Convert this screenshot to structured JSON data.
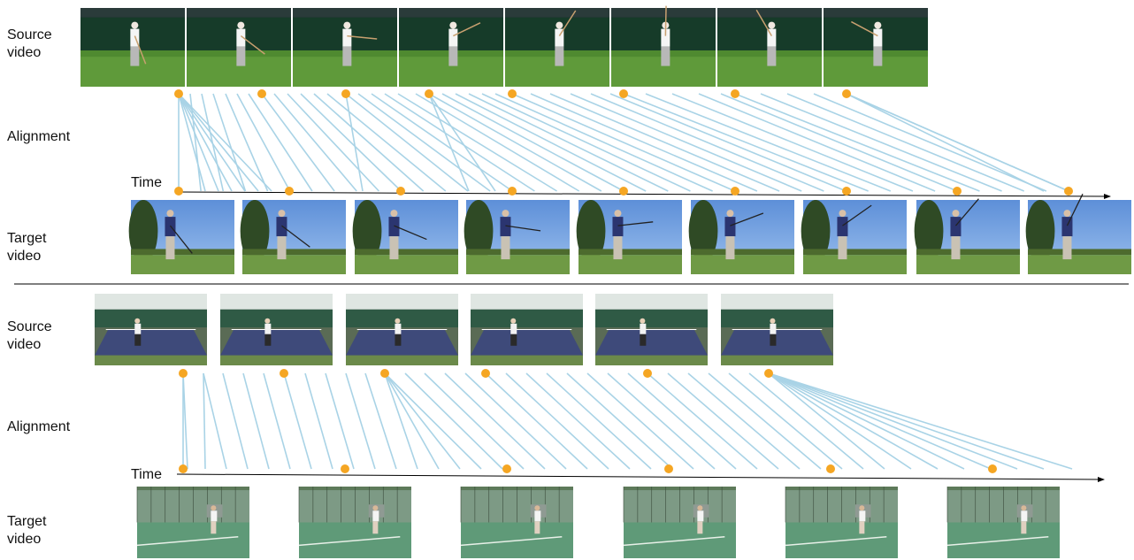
{
  "top_panel": {
    "source_label": "Source\nvideo",
    "alignment_label": "Alignment",
    "time_label": "Time",
    "target_label": "Target\nvideo",
    "source_thumbnail_count": 8,
    "target_thumbnail_count": 9,
    "source_frame": "golf-swing-frame",
    "target_frame": "golf-swing-frame"
  },
  "bottom_panel": {
    "source_label": "Source\nvideo",
    "alignment_label": "Alignment",
    "time_label": "Time",
    "target_label": "Target\nvideo",
    "source_thumbnail_count": 6,
    "target_thumbnail_count": 6,
    "source_frame": "indoor-tennis-frame",
    "target_frame": "outdoor-tennis-frame"
  },
  "colors": {
    "marker": "#f5a623",
    "alignment_line": "#a9d3e6",
    "axis": "#000000",
    "divider": "#555555"
  }
}
